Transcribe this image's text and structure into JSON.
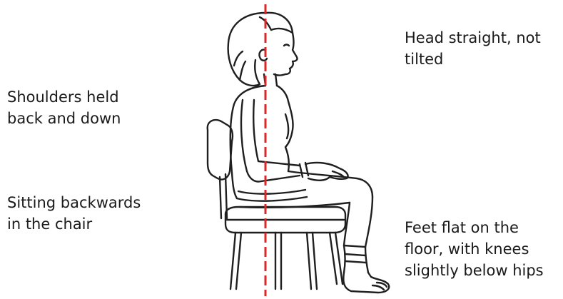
{
  "annotations": {
    "head": [
      "Head straight, not",
      "tilted"
    ],
    "shoulders": [
      "Shoulders held",
      "back and down"
    ],
    "sitting": [
      "Sitting backwards",
      "in the chair"
    ],
    "feet": [
      "Feet flat on the",
      "floor, with knees",
      "slightly below hips"
    ]
  },
  "colors": {
    "plumb_line": "#d42a2a",
    "outline": "#1f1f1f",
    "background": "#ffffff"
  },
  "icons": {
    "figure": "seated-woman-illustration",
    "line": "vertical-alignment-line"
  }
}
